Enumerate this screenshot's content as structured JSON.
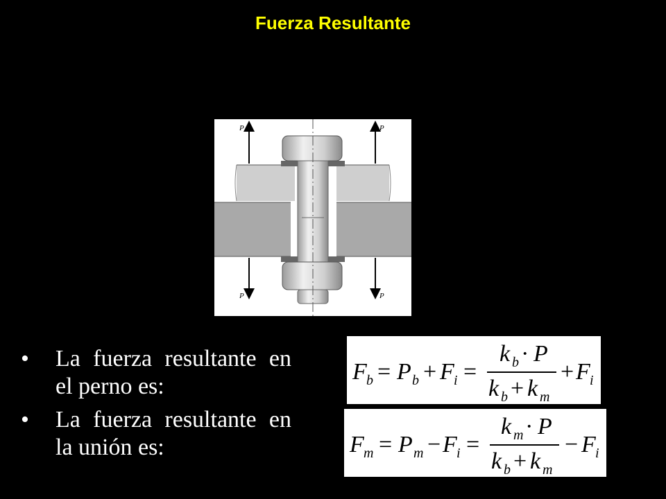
{
  "slide": {
    "title": "Fuerza Resultante"
  },
  "figure": {
    "load_label": "P"
  },
  "bullets": [
    {
      "marker": "•",
      "text": "La fuerza resultante en el perno es:"
    },
    {
      "marker": "•",
      "text": "La fuerza resultante en la unión es:"
    }
  ],
  "equation_bolt": {
    "lhs": "F",
    "lhs_sub": "b",
    "eq1": "=",
    "p": "P",
    "p_sub": "b",
    "op1": "+",
    "fi": "F",
    "fi_sub": "i",
    "eq2": "=",
    "num_k": "k",
    "num_k_sub": "b",
    "num_rest": "· P",
    "den_k1": "k",
    "den_k1_sub": "b",
    "den_plus": "+",
    "den_k2": "k",
    "den_k2_sub": "m",
    "op2": "+",
    "tail": "F",
    "tail_sub": "i"
  },
  "equation_joint": {
    "lhs": "F",
    "lhs_sub": "m",
    "eq1": "=",
    "p": "P",
    "p_sub": "m",
    "op1": "−",
    "fi": "F",
    "fi_sub": "i",
    "eq2": "=",
    "num_k": "k",
    "num_k_sub": "m",
    "num_rest": "· P",
    "den_k1": "k",
    "den_k1_sub": "b",
    "den_plus": "+",
    "den_k2": "k",
    "den_k2_sub": "m",
    "op2": "−",
    "tail": "F",
    "tail_sub": "i"
  }
}
